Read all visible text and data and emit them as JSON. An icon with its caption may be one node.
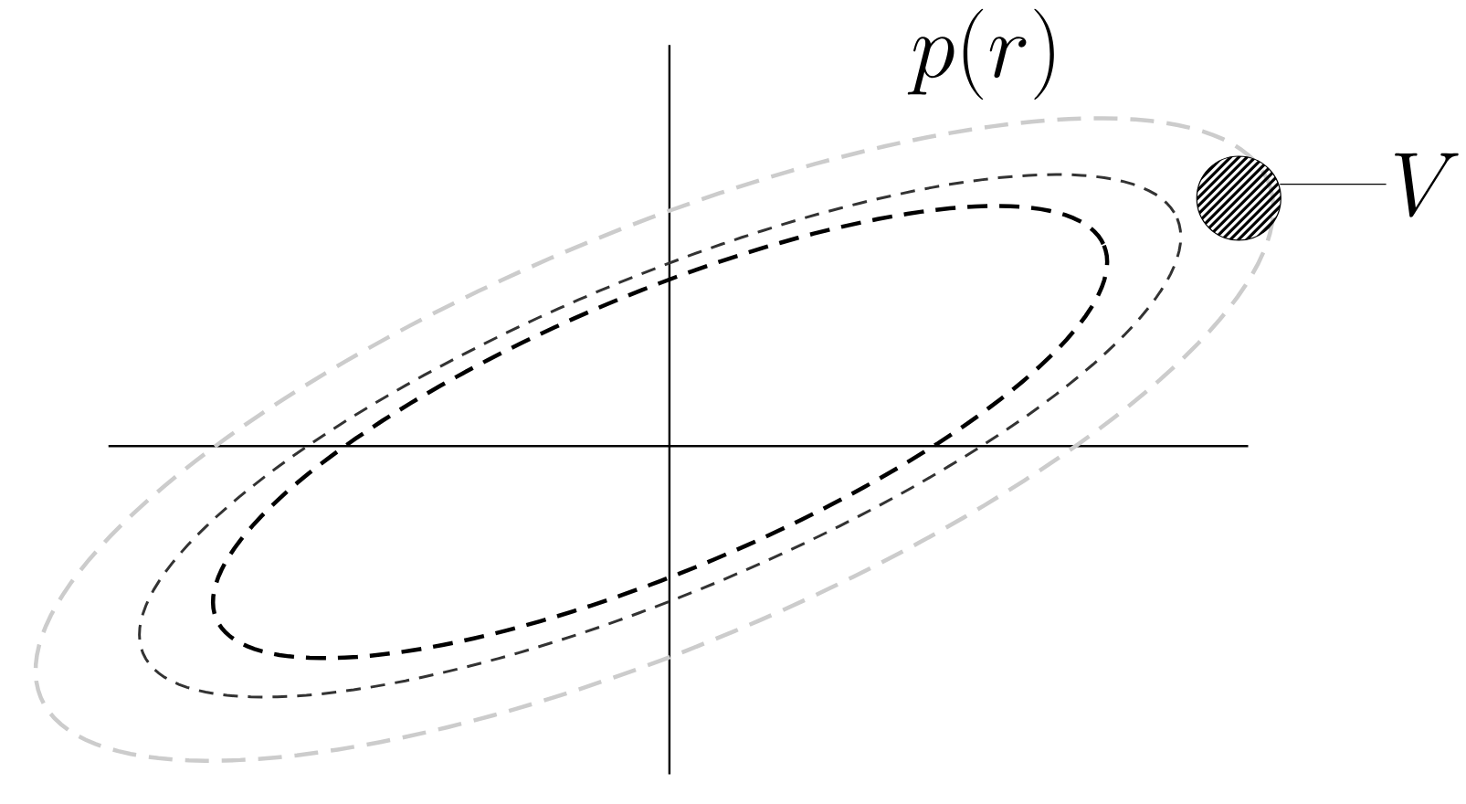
{
  "diagram": {
    "nodes": [
      {
        "text": [],
        "shape": "circle"
      },
      {
        "text": [
          "V"
        ]
      }
    ],
    "edges": [
      {
        "from": 1,
        "to": 0,
        "arrow": "none"
      }
    ],
    "labels": [
      "p(r)"
    ]
  }
}
